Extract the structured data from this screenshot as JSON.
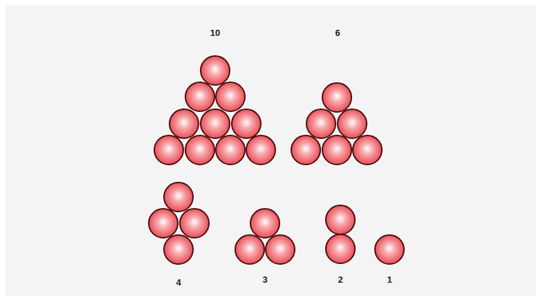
{
  "diagram": {
    "labels": [
      "10",
      "6",
      "4",
      "3",
      "2",
      "1"
    ]
  }
}
